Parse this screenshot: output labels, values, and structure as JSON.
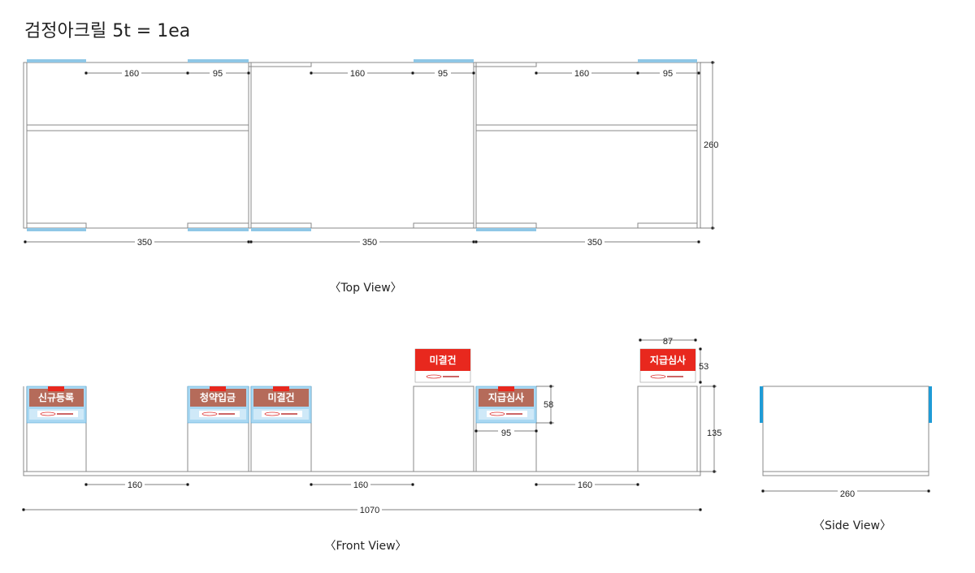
{
  "title": "검정아크릴 5t = 1ea",
  "top_view": {
    "caption": "〈Top View〉",
    "inner_dims": [
      "160",
      "95",
      "160",
      "95",
      "160",
      "95"
    ],
    "bottom_dims": [
      "350",
      "350",
      "350"
    ],
    "depth": "260"
  },
  "front_view": {
    "caption": "〈Front View〉",
    "signs": [
      "신규등록",
      "청약입금",
      "미결건",
      "미결건",
      "지급심사",
      "지급심사"
    ],
    "sign_width": "87",
    "sign_height": "53",
    "panel_height": "58",
    "panel_width": "95",
    "height": "135",
    "gaps": [
      "160",
      "160",
      "160"
    ],
    "total_width": "1070"
  },
  "side_view": {
    "caption": "〈Side View〉",
    "depth": "260"
  },
  "colors": {
    "acrylic_blue": "#8fc7e6",
    "side_blue": "#1f9bd6",
    "sign_red": "#e8281e",
    "sign_brown": "#b56b5a",
    "panel_blue": "#a9d8f2"
  }
}
